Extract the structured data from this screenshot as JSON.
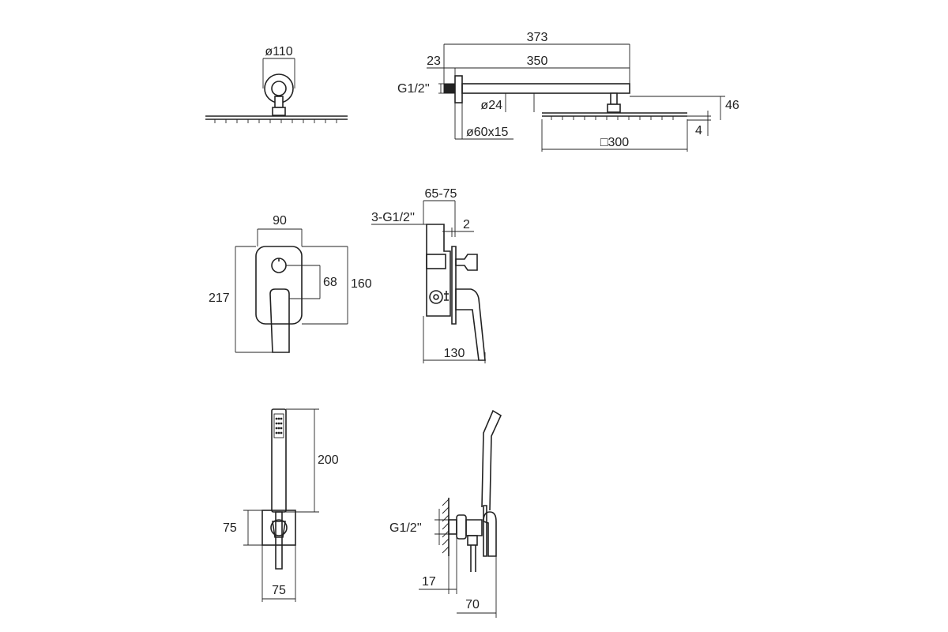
{
  "dims": {
    "shower_head_diameter": "ø110",
    "arm_total_length": "373",
    "arm_wall_offset": "23",
    "arm_length": "350",
    "arm_thread": "G1/2''",
    "arm_tube_diameter": "ø24",
    "rosette": "ø60x15",
    "head_height": "46",
    "head_thickness": "4",
    "head_size": "□300",
    "plate_width": "90",
    "plate_height": "217",
    "plate_inner_height": "160",
    "handle_offset": "68",
    "mixer_depth_range": "65-75",
    "mixer_threads": "3-G1/2''",
    "mixer_gap": "2",
    "mixer_depth": "130",
    "hand_shower_height": "200",
    "holder_height": "75",
    "holder_width": "75",
    "outlet_thread": "G1/2''",
    "outlet_offset": "17",
    "outlet_depth": "70"
  }
}
